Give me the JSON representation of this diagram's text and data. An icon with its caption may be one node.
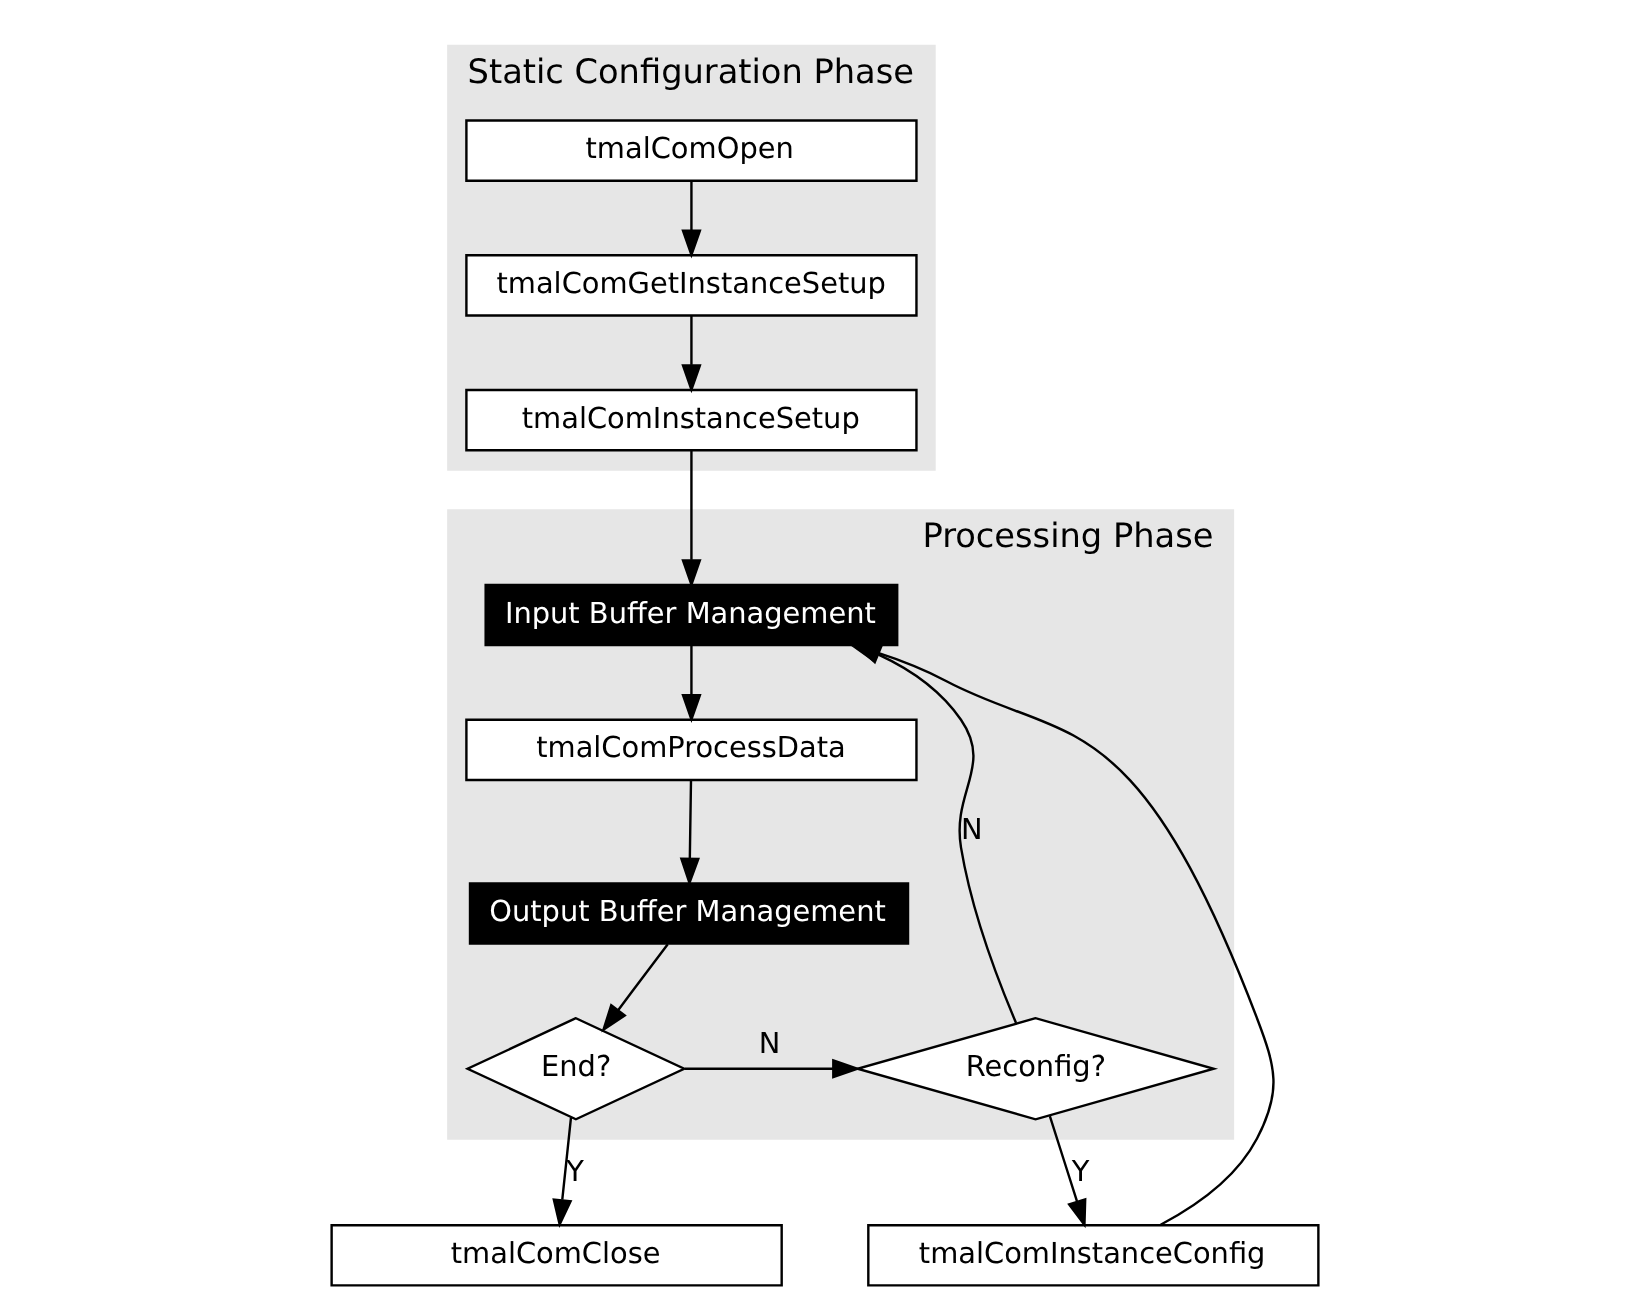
{
  "diagram": {
    "nodes": [
      {
        "text": [
          "Static Configuration Phase"
        ]
      },
      {
        "text": [
          "tmalComOpen"
        ],
        "in": 0
      },
      {
        "text": [
          "tmalComGetInstanceSetup"
        ],
        "in": 0
      },
      {
        "text": [
          "tmalComInstanceSetup"
        ],
        "in": 0
      },
      {
        "text": [
          "Processing Phase"
        ]
      },
      {
        "text": [
          "Input Buffer Management"
        ],
        "in": 4
      },
      {
        "text": [
          "tmalComProcessData"
        ],
        "in": 4
      },
      {
        "text": [
          "Output Buffer Management"
        ],
        "in": 4
      },
      {
        "text": [
          "End?"
        ],
        "in": 4
      },
      {
        "text": [
          "Reconfig?"
        ],
        "in": 4
      },
      {
        "text": [
          "tmalComInstanceConfig"
        ]
      },
      {
        "text": [
          "tmalComClose"
        ]
      }
    ],
    "edges": [
      {
        "from": 1,
        "to": 2,
        "arrow": "to"
      },
      {
        "from": 2,
        "to": 3,
        "arrow": "to"
      },
      {
        "from": 3,
        "to": 5,
        "arrow": "to"
      },
      {
        "from": 5,
        "to": 6,
        "arrow": "to"
      },
      {
        "from": 6,
        "to": 7,
        "arrow": "to"
      },
      {
        "from": 7,
        "to": 8,
        "arrow": "to"
      },
      {
        "from": 8,
        "to": 9,
        "arrow": "to",
        "label": "N"
      },
      {
        "from": 9,
        "to": 5,
        "arrow": "to",
        "label": "N"
      },
      {
        "from": 9,
        "to": 10,
        "arrow": "to",
        "label": "Y"
      },
      {
        "from": 10,
        "to": 5,
        "arrow": "to"
      },
      {
        "from": 8,
        "to": 11,
        "arrow": "to",
        "label": "Y"
      }
    ]
  }
}
